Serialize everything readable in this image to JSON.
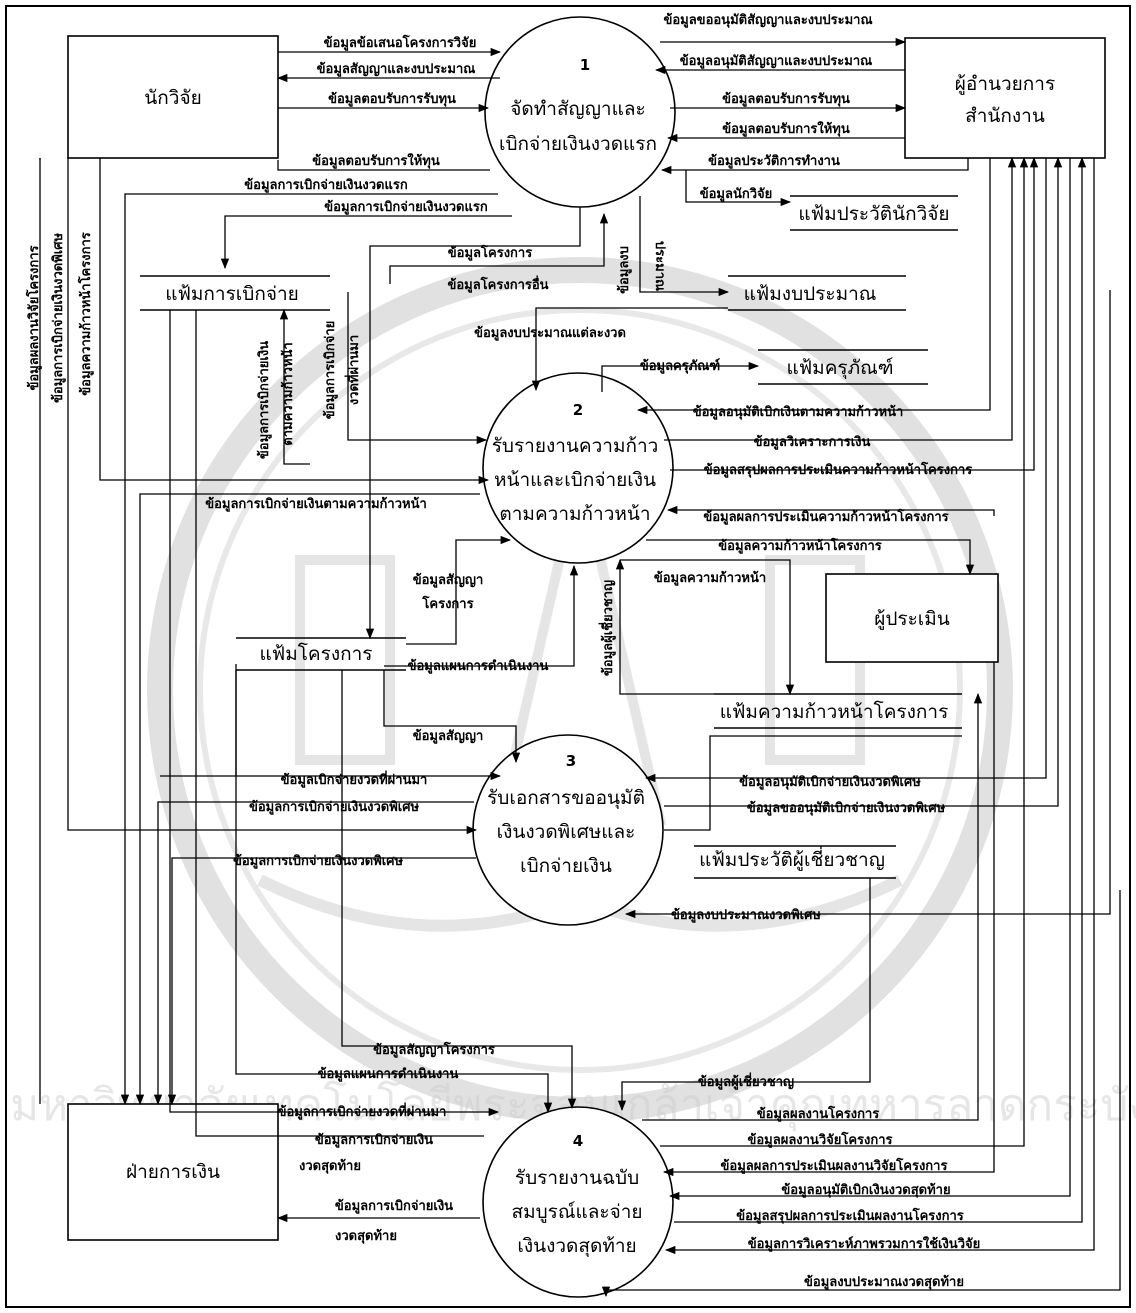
{
  "watermark": "มหาวิทยาลัยเทคโนโลยีพระจอมเกล้าเจ้าคุณทหารลาดกระบัง",
  "entities": {
    "researcher": "นักวิจัย",
    "director_line1": "ผู้อำนวยการ",
    "director_line2": "สำนักงาน",
    "evaluator": "ผู้ประเมิน",
    "finance": "ฝ่ายการเงิน"
  },
  "processes": {
    "p1": {
      "number": "1",
      "line1": "จัดทำสัญญาและ",
      "line2": "เบิกจ่ายเงินงวดแรก"
    },
    "p2": {
      "number": "2",
      "line1": "รับรายงานความก้าว",
      "line2": "หน้าและเบิกจ่ายเงิน",
      "line3": "ตามความก้าวหน้า"
    },
    "p3": {
      "number": "3",
      "line1": "รับเอกสารขออนุมัติ",
      "line2": "เงินงวดพิเศษและ",
      "line3": "เบิกจ่ายเงิน"
    },
    "p4": {
      "number": "4",
      "line1": "รับรายงานฉบับ",
      "line2": "สมบูรณ์และจ่าย",
      "line3": "เงินงวดสุดท้าย"
    }
  },
  "stores": {
    "researcher_history": "แฟ้มประวัตินักวิจัย",
    "budget": "แฟ้มงบประมาณ",
    "disbursement": "แฟ้มการเบิกจ่าย",
    "equipment": "แฟ้มครุภัณฑ์",
    "project": "แฟ้มโครงการ",
    "progress": "แฟ้มความก้าวหน้าโครงการ",
    "expert_history": "แฟ้มประวัติผู้เชี่ยวชาญ"
  },
  "flows": {
    "f01": "ข้อมูลข้อเสนอโครงการวิจัย",
    "f02": "ข้อมูลสัญญาและงบประมาณ",
    "f03": "ข้อมูลตอบรับการรับทุน",
    "f04": "ข้อมูลตอบรับการให้ทุน",
    "f05": "ข้อมูลการเบิกจ่ายเงินงวดแรก",
    "f06": "ข้อมูลการเบิกจ่ายเงินงวดแรก",
    "f07": "ข้อมูลขออนุมัติสัญญาและงบประมาณ",
    "f08": "ข้อมูลอนุมัติสัญญาและงบประมาณ",
    "f09": "ข้อมูลตอบรับการรับทุน",
    "f10": "ข้อมูลตอบรับการให้ทุน",
    "f11": "ข้อมูลประวัติการทำงาน",
    "f12": "ข้อมูลนักวิจัย",
    "f13": "ข้อมูลโครงการ",
    "f14": "ข้อมูลโครงการอื่น",
    "f15a": "ข้อมูลงบ",
    "f15b": "ประมาณ",
    "f16": "ข้อมูลงบประมาณแต่ละงวด",
    "f17": "ข้อมูลครุภัณฑ์",
    "f18": "ข้อมูลอนุมัติเบิกเงินตามความก้าวหน้า",
    "f19": "ข้อมูลวิเคราะการเงิน",
    "f20": "ข้อมูลสรุปผลการประเมินความก้าวหน้าโครงการ",
    "f21": "ข้อมูลผลการประเมินความก้าวหน้าโครงการ",
    "f22": "ข้อมูลความก้าวหน้าโครงการ",
    "f23": "ข้อมูลความก้าวหน้า",
    "f24": "ข้อมูลการเบิกจ่ายเงินตามความก้าวหน้า",
    "f25a": "ข้อมูลสัญญา",
    "f25b": "โครงการ",
    "f26": "ข้อมูลแผนการดำเนินงาน",
    "f27": "ข้อมูลสัญญา",
    "f28": "ข้อมูลผู้เชี่ยวชาญ",
    "f29": "ข้อมูลเบิกจ่ายงวดที่ผ่านมา",
    "f30": "ข้อมูลการเบิกจ่ายเงินงวดพิเศษ",
    "f31": "ข้อมูลการเบิกจ่ายเงินงวดพิเศษ",
    "f32": "ข้อมูลอนุมัติเบิกจ่ายเงินงวดพิเศษ",
    "f33": "ข้อมูลขออนุมัติเบิกจ่ายเงินงวดพิเศษ",
    "f34": "ข้อมูลงบประมาณงวดพิเศษ",
    "f35": "ข้อมูลสัญญาโครงการ",
    "f36": "ข้อมูลแผนการดำเนินงาน",
    "f37": "ข้อมูลผู้เชี่ยวชาญ",
    "f38": "ข้อมูลการเบิกจ่ายงวดที่ผ่านมา",
    "f39a": "ข้อมูลการเบิกจ่ายเงิน",
    "f39b": "งวดสุดท้าย",
    "f40a": "ข้อมูลการเบิกจ่ายเงิน",
    "f40b": "งวดสุดท้าย",
    "f41": "ข้อมูลผลงานโครงการ",
    "f42": "ข้อมูลผลงานวิจัยโครงการ",
    "f43": "ข้อมูลผลการประเมินผลงานวิจัยโครงการ",
    "f44": "ข้อมูลอนุมัติเบิกเงินงวดสุดท้าย",
    "f45": "ข้อมูลสรุปผลการประเมินผลงานโครงการ",
    "f46": "ข้อมูลการวิเคราะห์ภาพรวมการใช้เงินวิจัย",
    "f47": "ข้อมูลงบประมาณงวดสุดท้าย",
    "v1": "ข้อมูลผลงานวิจัยโครงการ",
    "v2": "ข้อมูลการเบิกจ่ายเงินงวดพิเศษ",
    "v3": "ข้อมูลความก้าวหน้าโครงการ",
    "v4": "ข้อมูลการเบิกจ่ายเงิน",
    "v5": "ตามความก้าวหน้า",
    "v6": "ข้อมูลการเบิกจ่าย",
    "v7": "งวดที่ผ่านมา"
  }
}
